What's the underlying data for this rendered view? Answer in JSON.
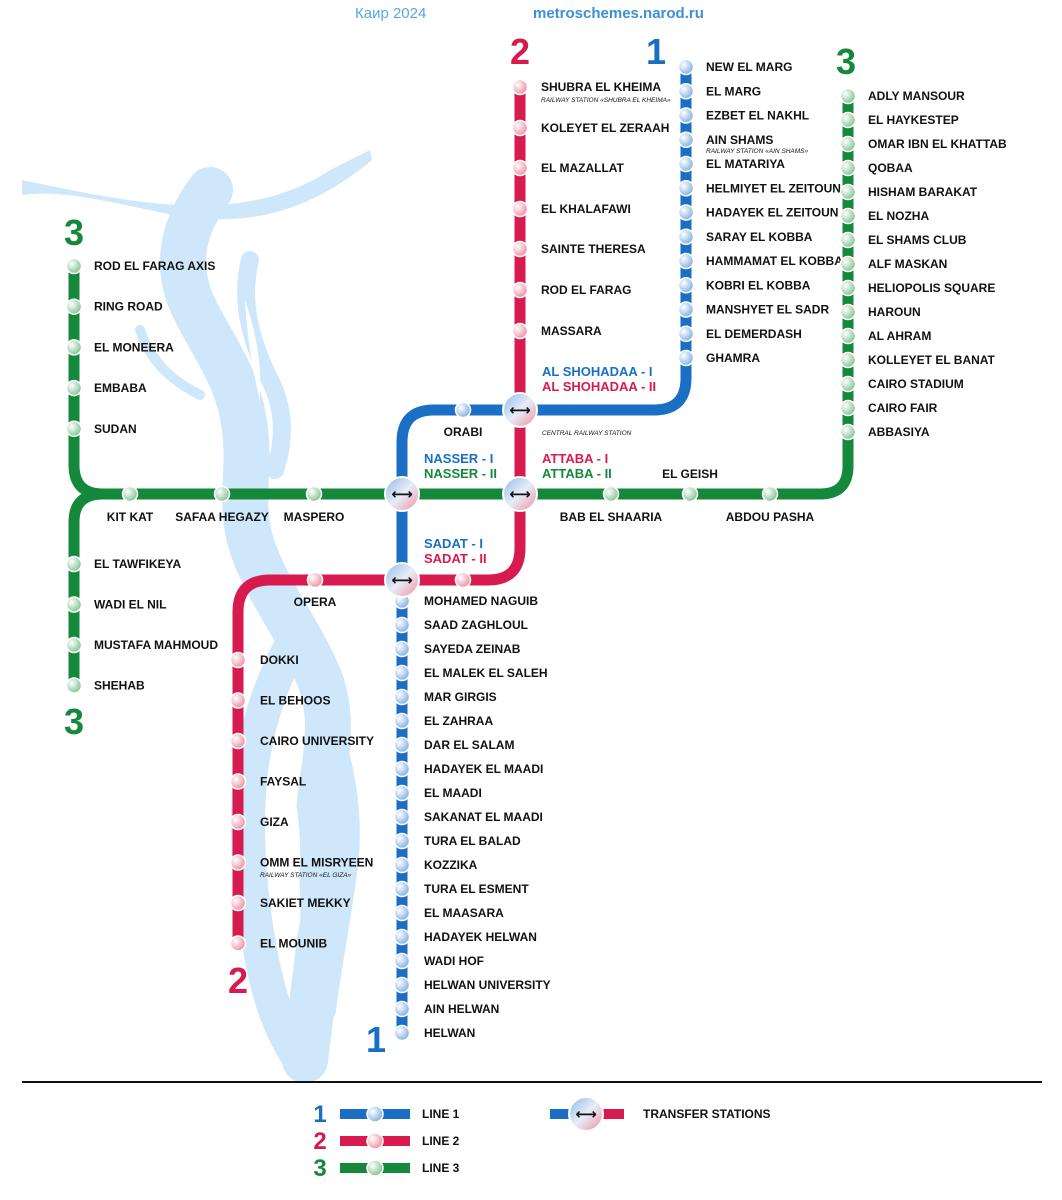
{
  "header": {
    "city_year": "Каир 2024",
    "site": "metroschemes.narod.ru"
  },
  "colors": {
    "line1": "#1a6fc4",
    "line2": "#d81b4f",
    "line3": "#16883c",
    "river": "#cfe7fa"
  },
  "line_numbers": {
    "line1": "1",
    "line2": "2",
    "line3": "3"
  },
  "line1": {
    "north": [
      "NEW EL MARG",
      "EL MARG",
      "EZBET EL NAKHL",
      "AIN SHAMS",
      "EL MATARIYA",
      "HELMIYET EL ZEITOUN",
      "HADAYEK EL ZEITOUN",
      "SARAY EL KOBBA",
      "HAMMAMAT EL KOBBA",
      "KOBRI EL KOBBA",
      "MANSHYET EL SADR",
      "EL DEMERDASH",
      "GHAMRA"
    ],
    "orabi": "ORABI",
    "south": [
      "MOHAMED NAGUIB",
      "SAAD ZAGHLOUL",
      "SAYEDA ZEINAB",
      "EL MALEK EL SALEH",
      "MAR GIRGIS",
      "EL ZAHRAA",
      "DAR EL SALAM",
      "HADAYEK EL MAADI",
      "EL MAADI",
      "SAKANAT EL MAADI",
      "TURA EL BALAD",
      "KOZZIKA",
      "TURA EL ESMENT",
      "EL MAASARA",
      "HADAYEK HELWAN",
      "WADI HOF",
      "HELWAN UNIVERSITY",
      "AIN HELWAN",
      "HELWAN"
    ]
  },
  "line2": {
    "north": [
      "SHUBRA EL KHEIMA",
      "KOLEYET EL ZERAAH",
      "EL MAZALLAT",
      "EL KHALAFAWI",
      "SAINTE THERESA",
      "ROD EL FARAG",
      "MASSARA"
    ],
    "opera": "OPERA",
    "south": [
      "DOKKI",
      "EL BEHOOS",
      "CAIRO UNIVERSITY",
      "FAYSAL",
      "GIZA",
      "OMM EL MISRYEEN",
      "SAKIET MEKKY",
      "EL MOUNIB"
    ]
  },
  "line3": {
    "west": [
      "ROD EL FARAG AXIS",
      "RING ROAD",
      "EL MONEERA",
      "EMBABA",
      "SUDAN"
    ],
    "southwest": [
      "EL TAWFIKEYA",
      "WADI EL NIL",
      "MUSTAFA MAHMOUD",
      "SHEHAB"
    ],
    "center": [
      "KIT KAT",
      "SAFAA HEGAZY",
      "MASPERO"
    ],
    "east_line": [
      "BAB EL SHAARIA",
      "EL GEISH",
      "ABDOU PASHA"
    ],
    "east": [
      "ADLY MANSOUR",
      "EL HAYKESTEP",
      "OMAR IBN EL KHATTAB",
      "QOBAA",
      "HISHAM BARAKAT",
      "EL NOZHA",
      "EL SHAMS CLUB",
      "ALF MASKAN",
      "HELIOPOLIS SQUARE",
      "HAROUN",
      "AL AHRAM",
      "KOLLEYET EL BANAT",
      "CAIRO STADIUM",
      "CAIRO FAIR",
      "ABBASIYA"
    ]
  },
  "transfers": {
    "al_shohadaa_1": "AL SHOHADAA - I",
    "al_shohadaa_2": "AL SHOHADAA - II",
    "central_railway": "CENTRAL RAILWAY STATION",
    "nasser_1": "NASSER - I",
    "nasser_2": "NASSER - II",
    "attaba_1": "ATTABA - I",
    "attaba_2": "ATTABA - II",
    "sadat_1": "SADAT - I",
    "sadat_2": "SADAT - II"
  },
  "notes": {
    "shubra": "RAILWAY STATION «SHUBRA EL KHEIMA»",
    "ain_shams": "RAILWAY STATION «AIN SHAMS»",
    "giza": "RAILWAY STATION «EL GIZA»"
  },
  "legend": {
    "line1": "LINE 1",
    "line2": "LINE 2",
    "line3": "LINE 3",
    "transfer": "TRANSFER STATIONS",
    "transfer_symbol": "⟷"
  }
}
